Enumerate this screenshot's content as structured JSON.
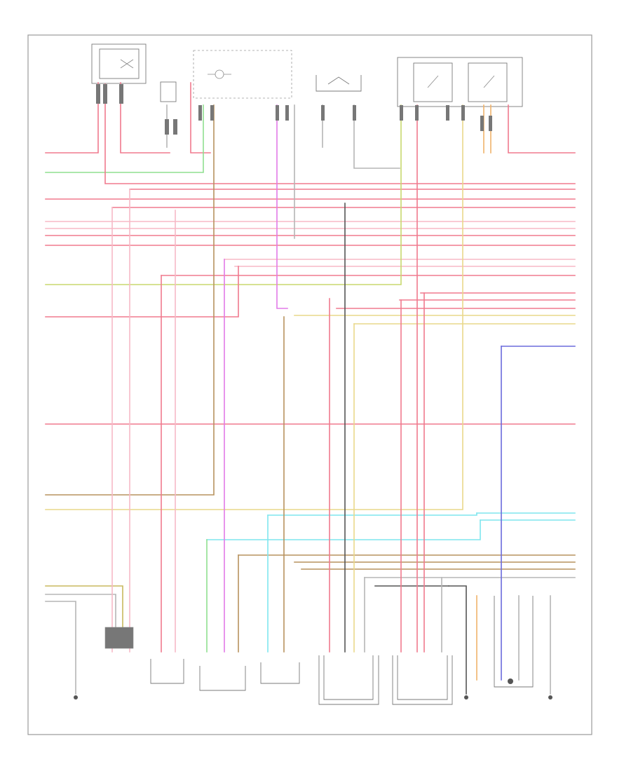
{
  "diagram": {
    "page_id": "",
    "wire_colors": {
      "red": "#f07a8e",
      "pink": "#f7b9c6",
      "green": "#8fdf8f",
      "brown": "#b7925e",
      "tan": "#e8d38f",
      "gray": "#b5b5b5",
      "violet": "#e27ae8",
      "orange": "#f0b36a",
      "blue": "#6b6bdc",
      "cyan": "#7fe6ee",
      "yellow": "#e9d88a",
      "black": "#555555"
    },
    "components": [
      {
        "name": "top-left-module",
        "label": ""
      },
      {
        "name": "relay-module",
        "label": ""
      },
      {
        "name": "fuse-box",
        "label": ""
      },
      {
        "name": "ground-sensor",
        "label": ""
      },
      {
        "name": "door-switch-block",
        "label": ""
      },
      {
        "name": "sensor-1",
        "label": ""
      },
      {
        "name": "sensor-2",
        "label": ""
      },
      {
        "name": "sensor-3",
        "label": ""
      },
      {
        "name": "sensor-4",
        "label": ""
      },
      {
        "name": "sensor-5",
        "label": ""
      },
      {
        "name": "sensor-6",
        "label": ""
      },
      {
        "name": "sensor-7",
        "label": ""
      },
      {
        "name": "sensor-8",
        "label": ""
      }
    ]
  }
}
